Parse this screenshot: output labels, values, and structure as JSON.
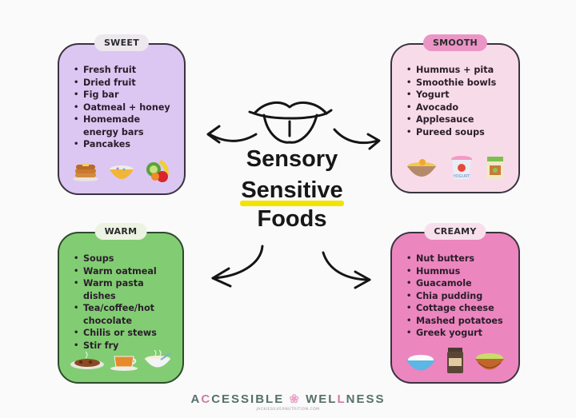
{
  "title": {
    "line1": "Sensory",
    "line2": "Sensitive",
    "line3": "Foods"
  },
  "brand": {
    "prefix": "A",
    "flourish": "C",
    "mid": "CESSIBLE",
    "flower": "❀",
    "well": "WEL",
    "ell": "L",
    "rest": "NESS",
    "url": "JACKIESILVERNUTRITION.COM"
  },
  "cards": {
    "sweet": {
      "label": "SWEET",
      "color": "#dcc6f2",
      "items": [
        "Fresh fruit",
        "Dried fruit",
        "Fig bar",
        "Oatmeal + honey",
        "Homemade energy bars",
        "Pancakes"
      ],
      "icons": [
        "pancakes-icon",
        "cereal-bowl-icon",
        "fruit-icon"
      ]
    },
    "smooth": {
      "label": "SMOOTH",
      "color": "#f8dbe9",
      "items": [
        "Hummus + pita",
        "Smoothie bowls",
        "Yogurt",
        "Avocado",
        "Applesauce",
        "Pureed soups"
      ],
      "icons": [
        "bowl-icon",
        "yogurt-cup-icon",
        "jar-icon"
      ]
    },
    "warm": {
      "label": "WARM",
      "color": "#82cd73",
      "items": [
        "Soups",
        "Warm oatmeal",
        "Warm pasta dishes",
        "Tea/coffee/hot chocolate",
        "Chilis or stews",
        "Stir fry"
      ],
      "icons": [
        "stew-plate-icon",
        "tea-cup-icon",
        "soup-bowl-icon"
      ]
    },
    "creamy": {
      "label": "CREAMY",
      "color": "#ec86bf",
      "items": [
        "Nut butters",
        "Hummus",
        "Guacamole",
        "Chia pudding",
        "Cottage cheese",
        "Mashed potatoes",
        "Greek yogurt"
      ],
      "icons": [
        "cream-bowl-icon",
        "nut-butter-jar-icon",
        "guacamole-bowl-icon"
      ]
    }
  },
  "colors": {
    "highlight": "#f2e300",
    "outline": "#3a3340"
  }
}
